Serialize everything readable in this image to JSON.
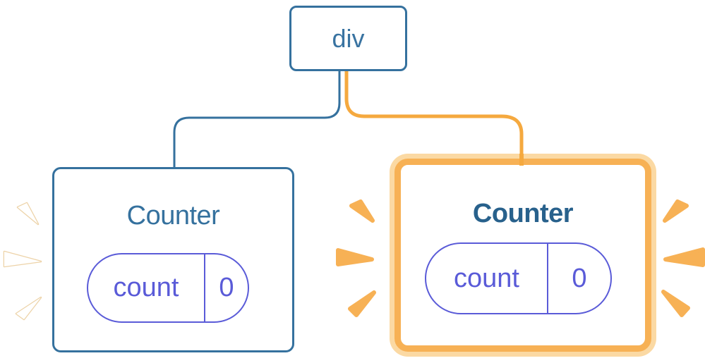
{
  "page": {
    "background": "#ffffff"
  },
  "colors": {
    "blue": "#35719E",
    "blue_text": "#3973A1",
    "title_bold": "#28618C",
    "purple": "#5A5BD8",
    "orange": "#F7B155",
    "orange_stripe": "#F5A93F",
    "pale_orange": "#FBD9A3",
    "pale_tan": "#EDD3A8",
    "white": "#ffffff"
  },
  "tree": {
    "root": {
      "label": "div"
    },
    "children": [
      {
        "title": "Counter",
        "state_key": "count",
        "state_value": "0",
        "highlighted": false
      },
      {
        "title": "Counter",
        "state_key": "count",
        "state_value": "0",
        "highlighted": true
      }
    ]
  },
  "icons": {
    "left_burst": "burst-white-icon",
    "right_burst": "burst-orange-icon"
  }
}
